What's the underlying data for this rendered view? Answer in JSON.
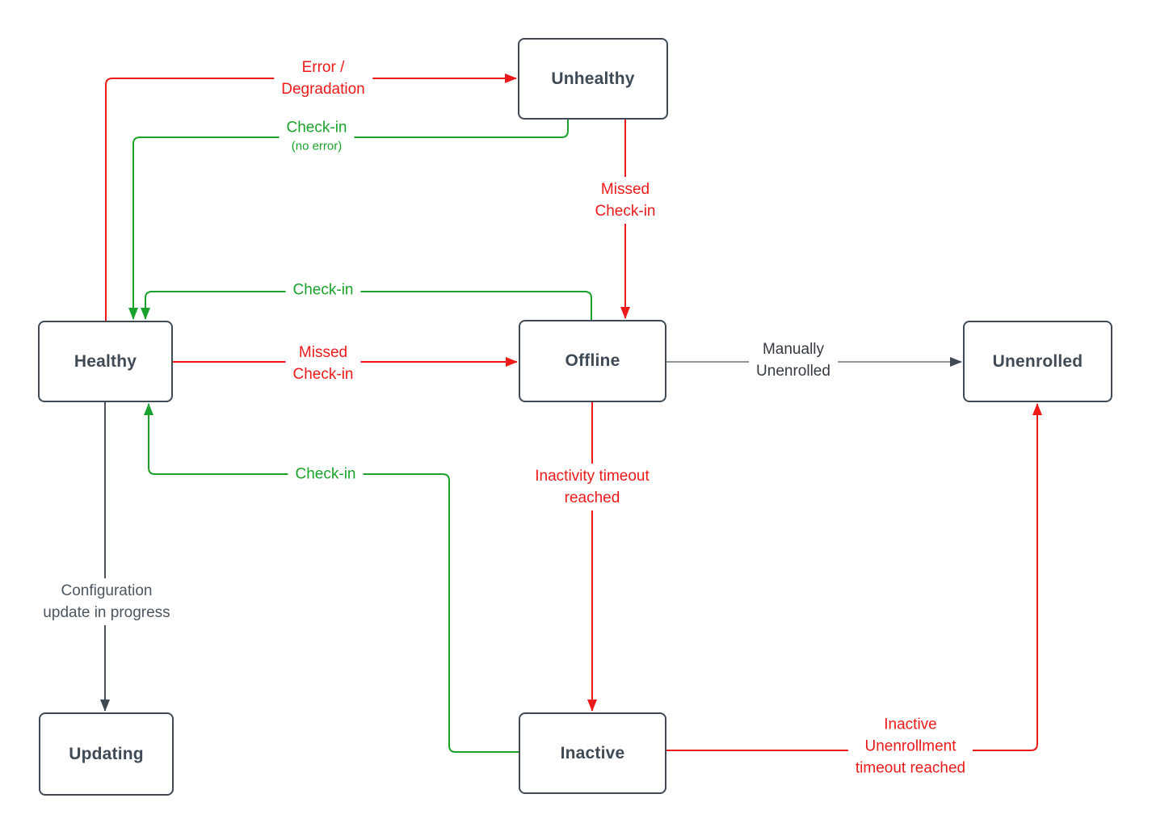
{
  "nodes": {
    "healthy": {
      "label": "Healthy"
    },
    "unhealthy": {
      "label": "Unhealthy"
    },
    "offline": {
      "label": "Offline"
    },
    "unenrolled": {
      "label": "Unenrolled"
    },
    "updating": {
      "label": "Updating"
    },
    "inactive": {
      "label": "Inactive"
    }
  },
  "edges": {
    "healthy_to_unhealthy": {
      "label": "Error /\nDegradation",
      "color": "red"
    },
    "unhealthy_to_healthy": {
      "label": "Check-in",
      "sublabel": "(no error)",
      "color": "green"
    },
    "offline_to_healthy": {
      "label": "Check-in",
      "color": "green"
    },
    "healthy_to_offline": {
      "label": "Missed\nCheck-in",
      "color": "red"
    },
    "unhealthy_to_offline": {
      "label": "Missed\nCheck-in",
      "color": "red"
    },
    "offline_to_unenrolled": {
      "label": "Manually\nUnenrolled",
      "color": "gray"
    },
    "offline_to_inactive": {
      "label": "Inactivity timeout\nreached",
      "color": "red"
    },
    "healthy_to_updating": {
      "label": "Configuration\nupdate in progress",
      "color": "dark"
    },
    "inactive_to_healthy": {
      "label": "Check-in",
      "color": "green"
    },
    "inactive_to_unenrolled": {
      "label": "Inactive\nUnenrollment\ntimeout reached",
      "color": "red"
    }
  },
  "colors": {
    "red": "#ee1a1a",
    "green": "#1ba22c",
    "slate": "#3f4a55",
    "gray_line": "#8d959c",
    "dark_line": "#4b555f",
    "label_dark": "#343a40",
    "label_slate": "#4c5660"
  }
}
